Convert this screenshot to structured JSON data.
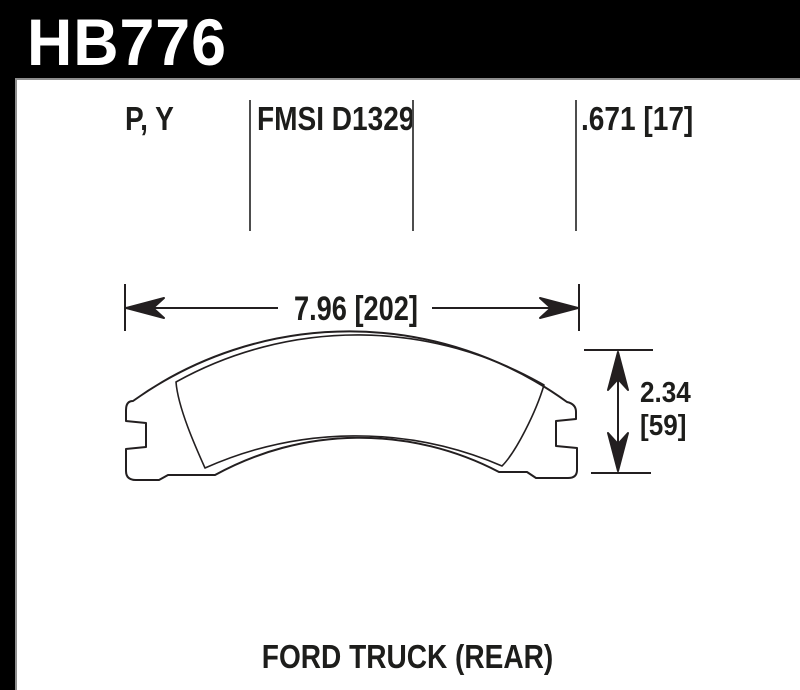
{
  "part": {
    "number": "HB776"
  },
  "specs": {
    "compounds": "P, Y",
    "fmsi": "FMSI D1329",
    "thickness": ".671 [17]"
  },
  "dimensions": {
    "width": "7.96 [202]",
    "height_in": "2.34",
    "height_mm": "[59]"
  },
  "application": {
    "vehicle": "FORD TRUCK (REAR)"
  },
  "colors": {
    "header_bg": "#000000",
    "header_text": "#ffffff",
    "panel_bg": "#ffffff",
    "line": "#231f20",
    "divider": "#4d4d4d"
  }
}
